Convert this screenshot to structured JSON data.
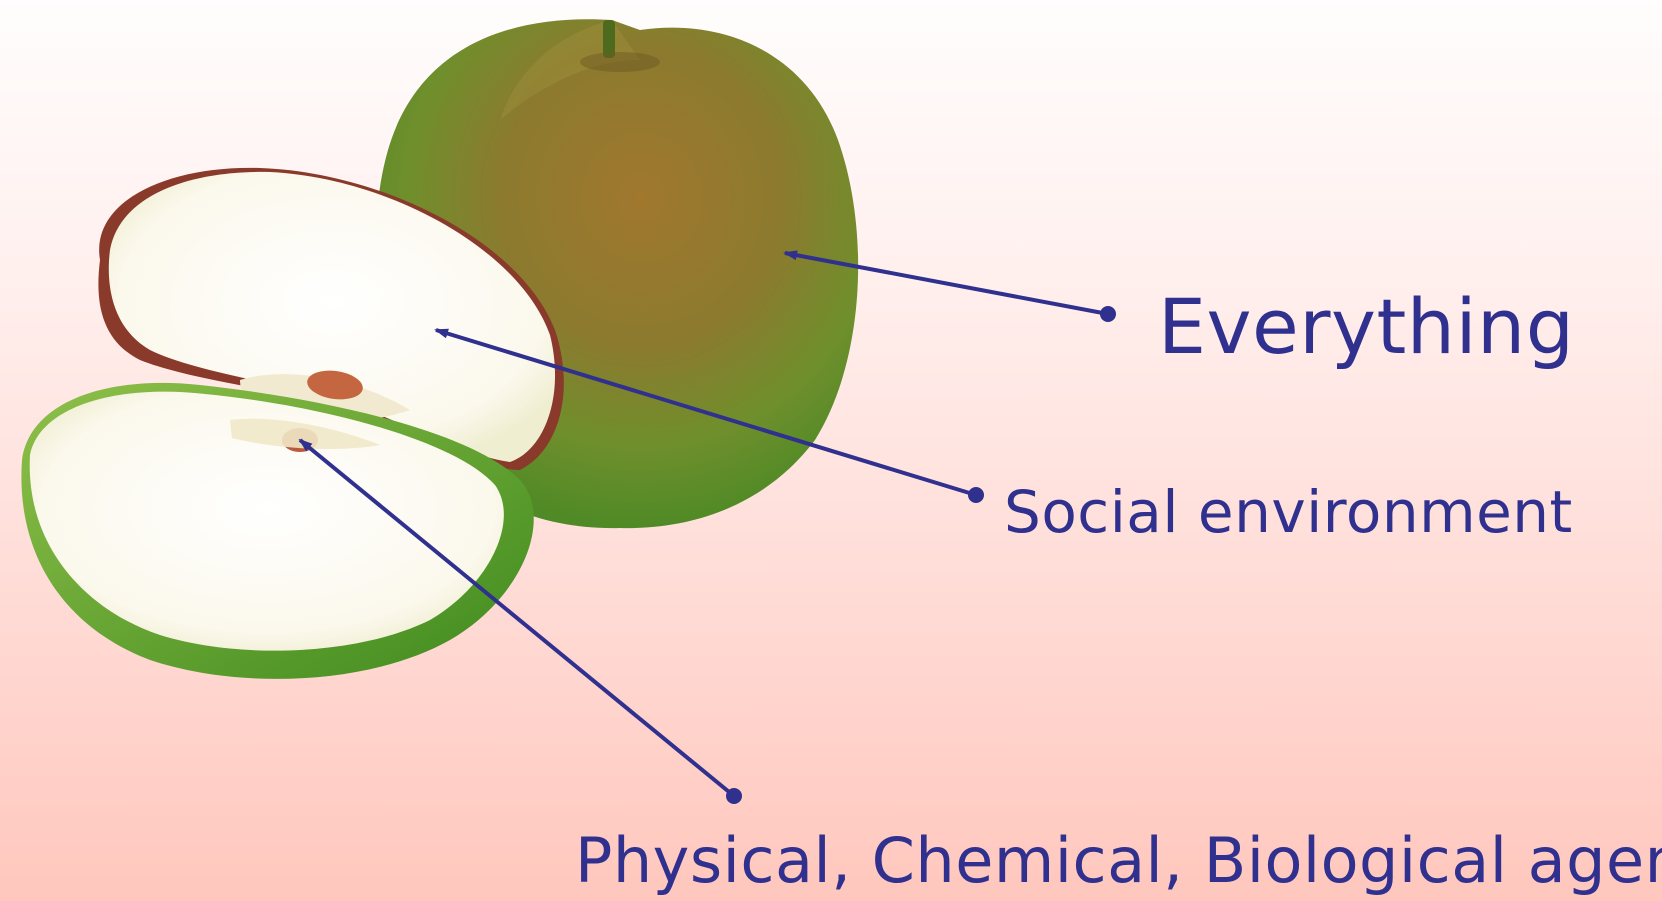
{
  "labels": {
    "everything": "Everything",
    "social": "Social environment",
    "agents": "Physical, Chemical, Biological agents"
  },
  "colors": {
    "text": "#30308f",
    "arrow": "#30308f",
    "apple_skin_green": "#5f9a2c",
    "apple_skin_red": "#8a6a2c",
    "apple_flesh": "#fdfbf2",
    "seed": "#b85a3c",
    "background_top": "#fffdfd",
    "background_bottom": "#ffc7bd"
  }
}
